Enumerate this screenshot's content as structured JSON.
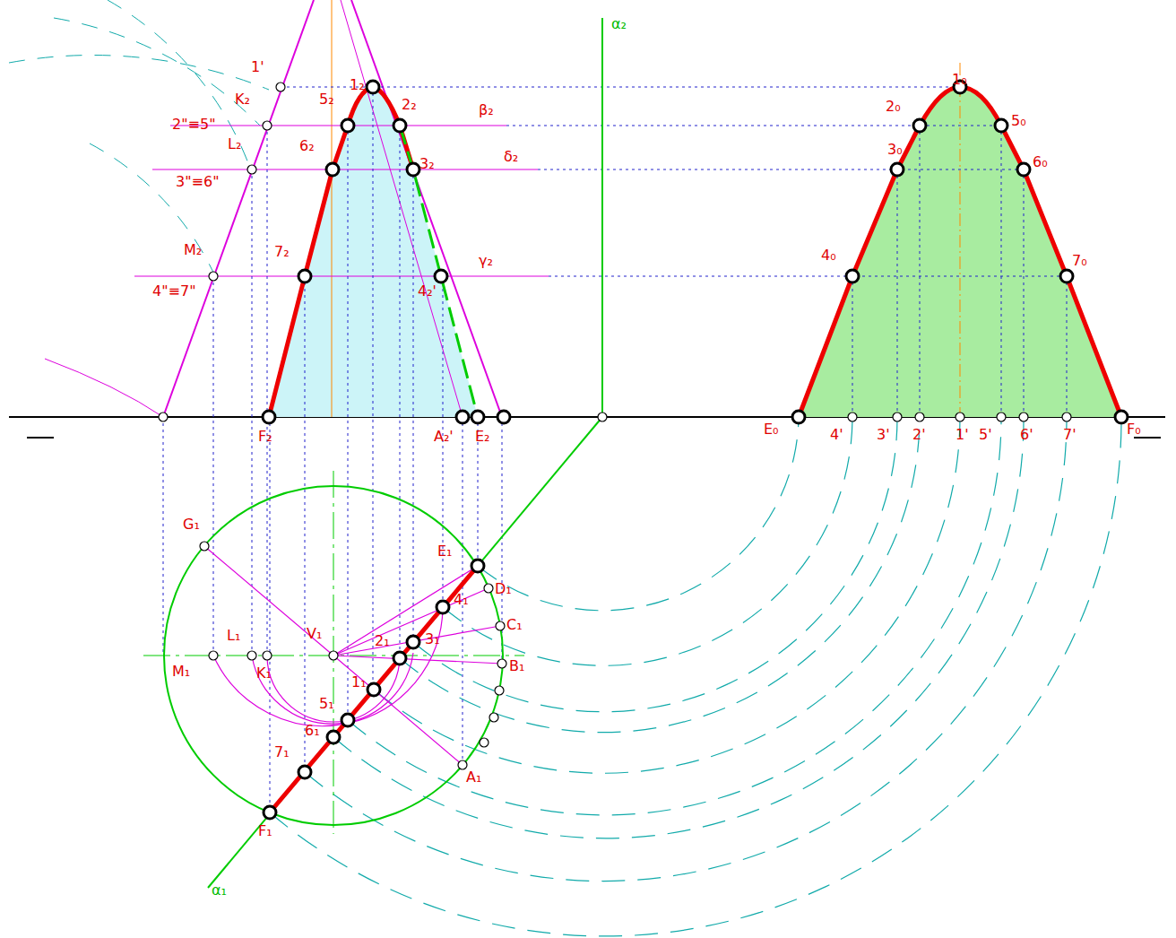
{
  "diagram": {
    "labels": [
      "1'",
      "1₂",
      "K₂",
      "5₂",
      "2₂",
      "β₂",
      "2\"≡5\"",
      "L₂",
      "6₂",
      "3₂",
      "δ₂",
      "3\"≡6\"",
      "M₂",
      "7₂",
      "γ₂",
      "4\"≡7\"",
      "4₂'",
      "F₂",
      "A₂'",
      "E₂",
      "α₂",
      "1₀",
      "2₀",
      "5₀",
      "3₀",
      "6₀",
      "4₀",
      "7₀",
      "E₀",
      "F₀",
      "4'",
      "3'",
      "2'",
      "1'",
      "5'",
      "6'",
      "7'",
      "G₁",
      "E₁",
      "D₁",
      "4₁",
      "C₁",
      "V₁",
      "2₁",
      "3₁",
      "B₁",
      "M₁",
      "L₁",
      "K₁",
      "1₁",
      "5₁",
      "6₁",
      "7₁",
      "A₁",
      "F₁",
      "α₁"
    ]
  }
}
